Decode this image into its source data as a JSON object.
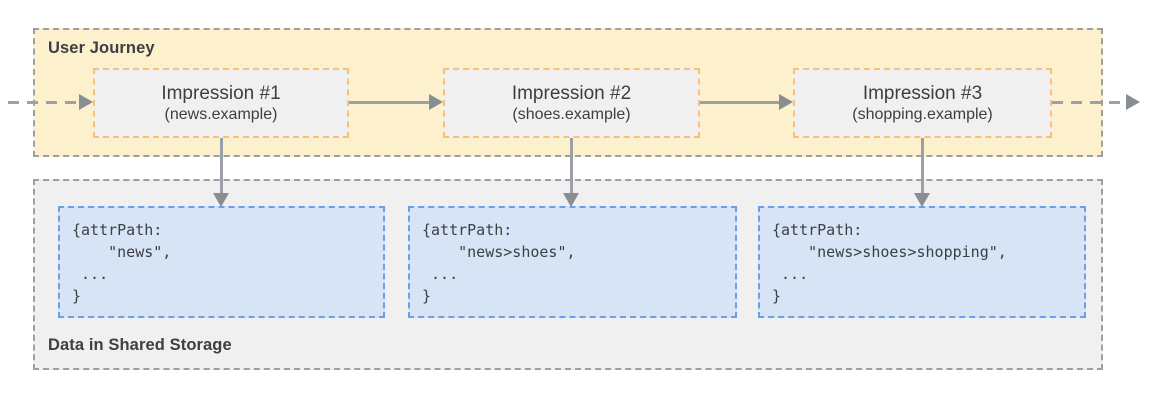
{
  "journey": {
    "label": "User Journey",
    "impressions": [
      {
        "title": "Impression #1",
        "site": "(news.example)"
      },
      {
        "title": "Impression #2",
        "site": "(shoes.example)"
      },
      {
        "title": "Impression #3",
        "site": "(shopping.example)"
      }
    ]
  },
  "storage": {
    "label": "Data in Shared Storage",
    "entries": [
      {
        "code": "{attrPath:\n    \"news\",\n ...\n}"
      },
      {
        "code": "{attrPath:\n    \"news>shoes\",\n ...\n}"
      },
      {
        "code": "{attrPath:\n    \"news>shoes>shopping\",\n ...\n}"
      }
    ]
  },
  "colors": {
    "journey_fill": "#FDF0CD",
    "journey_border": "#9AA0A6",
    "impression_fill": "#F0F0F0",
    "impression_border": "#F6C17C",
    "storage_fill": "#F0F0F0",
    "storage_border": "#9AA0A6",
    "entry_fill": "#D6E4F5",
    "entry_border": "#6D9EEB",
    "arrow_line": "#9AA0A6",
    "arrow_head": "#898E93",
    "text": "#3C4043"
  }
}
